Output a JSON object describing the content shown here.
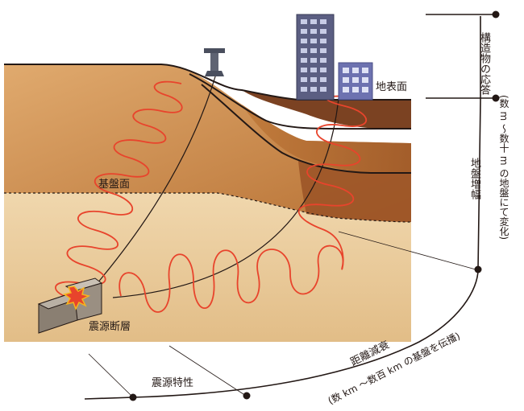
{
  "labels": {
    "ground_surface": "地表面",
    "bedrock_surface": "基盤面",
    "source_fault": "震源断層",
    "source_characteristics": "震源特性",
    "distance_attenuation": "距離減衰",
    "distance_attenuation_note": "(数 km 〜数百 km の基盤を伝播)",
    "site_amplification": "地盤増幅",
    "site_amplification_note": "(数 m 〜数十 m の地盤にて変化)",
    "structure_response": "構造物の応答"
  },
  "colors": {
    "surface_layer_light": "#d9a36b",
    "surface_layer_dark": "#b97433",
    "deep_layer": "#8a4a22",
    "bedrock": "#e8c99a",
    "wave": "#e8442c",
    "building_tall": "#5b5e82",
    "building_small": "#6d72b0",
    "text": "#231815"
  },
  "icons": [
    "building-icon",
    "bridge-pier-icon",
    "fault-block-icon",
    "rupture-burst-icon"
  ]
}
